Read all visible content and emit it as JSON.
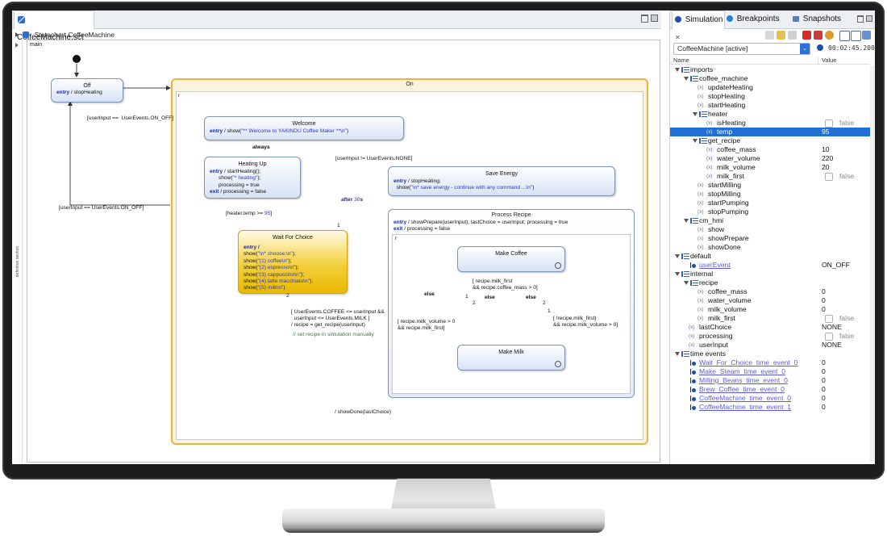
{
  "editor": {
    "tab_title": "CoffeeMachine.sct",
    "breadcrumb": "Statechart CoffeeMachine",
    "region_main": "main",
    "side_label": "definition section"
  },
  "diagram": {
    "off": {
      "name": "Off",
      "entry": "entry",
      "action": " / stopHeating"
    },
    "on": {
      "name": "On",
      "region": "r"
    },
    "welcome": {
      "name": "Welcome",
      "entry": "entry",
      "action": " / show(",
      "text": "\"** Welcome to YAKINDU Coffee Maker **\\n\"",
      "close": ")"
    },
    "heating": {
      "name": "Heating Up",
      "line1_kw": "entry",
      "line1": " / startHeating();",
      "line2": "show(",
      "line2_str": "\"* heating\"",
      "line2_end": ");",
      "line3": "processing = true",
      "line4_kw": "exit",
      "line4": " / processing = false"
    },
    "save": {
      "name": "Save Energy",
      "line1_kw": "entry",
      "line1": " / stopHeating;",
      "line2": "show(",
      "line2_str": "\"\\n* save energy - continue with any command ...\\n\"",
      "line2_end": ")"
    },
    "wait": {
      "name": "Wait For Choice",
      "entry": "entry /",
      "lines": [
        {
          "a": "show(",
          "s": "\"\\n* choose:\\n\"",
          "b": ");"
        },
        {
          "a": "show(",
          "s": "\"(1) coffee\\n\"",
          "b": ");"
        },
        {
          "a": "show(",
          "s": "\"(2) espresso\\n\"",
          "b": ");"
        },
        {
          "a": "show(",
          "s": "\"(3) cappuccino\\n\"",
          "b": ");"
        },
        {
          "a": "show(",
          "s": "\"(4) latte macchiato\\n\"",
          "b": ");"
        },
        {
          "a": "show(",
          "s": "\"(5) milk\\n\"",
          "b": ")"
        }
      ]
    },
    "process": {
      "name": "Process Recipe",
      "line1_kw": "entry",
      "line1": " / showPrepare(userInput); lastChoice = userInput; processing = true",
      "line2_kw": "exit",
      "line2": " / processing = false",
      "region": "r"
    },
    "make_coffee": {
      "name": "Make Coffee"
    },
    "make_milk": {
      "name": "Make Milk"
    },
    "transitions": {
      "t_off_on": "[userInput ==  UserEvents.ON_OFF]",
      "t_on_off": "[userInput == UserEvents.ON_OFF]",
      "always": "always",
      "t_none": "[userInput != UserEvents.NONE]",
      "after_kw": "after",
      "after_val": "30",
      "after_unit": "s",
      "temp": "[heater.temp >= ",
      "temp_val": "95",
      "temp_end": "]",
      "choice": "[ UserEvents.COFFEE <= userInput &&\n  userInput <= UserEvents.MILK ]\n/ recipe = get_recipe(userInput)",
      "choice_comment": "// set recipe in simulation manually",
      "else1": "else",
      "else2": "else",
      "else3": "else",
      "milk_first": "[ recipe.milk_first\n&& recipe.coffee_mass > 0]",
      "milk_vol": "[ recipe.milk_volume > 0\n&& recipe.milk_first]",
      "not_milk": "[ !recipe.milk_first)\n&& recipe.milk_volume > 0]",
      "done": "/ showDone(lastChoice)",
      "n1": "1",
      "n2": "2",
      "n3": "1",
      "n4": "2",
      "n5": "1",
      "n6": "2"
    }
  },
  "simulation": {
    "tabs": [
      "Simulation",
      "Breakpoints",
      "Snapshots"
    ],
    "session": "CoffeeMachine [active]",
    "clock": "00:02:45.200",
    "col_name": "Name",
    "col_value": "Value",
    "rows": [
      {
        "depth": 0,
        "kind": "scope",
        "name": "imports",
        "open": true
      },
      {
        "depth": 1,
        "kind": "scope",
        "name": "coffee_machine",
        "open": true
      },
      {
        "depth": 2,
        "kind": "op",
        "name": "updateHeating"
      },
      {
        "depth": 2,
        "kind": "op",
        "name": "stopHeating"
      },
      {
        "depth": 2,
        "kind": "op",
        "name": "startHeating"
      },
      {
        "depth": 2,
        "kind": "scope",
        "name": "heater",
        "open": true
      },
      {
        "depth": 3,
        "kind": "var",
        "name": "isHeating",
        "bool": "false"
      },
      {
        "depth": 3,
        "kind": "var",
        "name": "temp",
        "value": "95",
        "selected": true
      },
      {
        "depth": 2,
        "kind": "scope",
        "name": "get_recipe",
        "open": true
      },
      {
        "depth": 3,
        "kind": "var",
        "name": "coffee_mass",
        "value": "10"
      },
      {
        "depth": 3,
        "kind": "var",
        "name": "water_volume",
        "value": "220"
      },
      {
        "depth": 3,
        "kind": "var",
        "name": "milk_volume",
        "value": "20"
      },
      {
        "depth": 3,
        "kind": "var",
        "name": "milk_first",
        "bool": "false"
      },
      {
        "depth": 2,
        "kind": "op",
        "name": "startMilling"
      },
      {
        "depth": 2,
        "kind": "op",
        "name": "stopMilling"
      },
      {
        "depth": 2,
        "kind": "op",
        "name": "startPumping"
      },
      {
        "depth": 2,
        "kind": "op",
        "name": "stopPumping"
      },
      {
        "depth": 1,
        "kind": "scope",
        "name": "cm_hmi",
        "open": true
      },
      {
        "depth": 2,
        "kind": "op",
        "name": "show"
      },
      {
        "depth": 2,
        "kind": "op",
        "name": "showPrepare"
      },
      {
        "depth": 2,
        "kind": "op",
        "name": "showDone"
      },
      {
        "depth": 0,
        "kind": "scope",
        "name": "default",
        "open": true
      },
      {
        "depth": 1,
        "kind": "event",
        "name": "userEvent",
        "value": "ON_OFF",
        "link": true
      },
      {
        "depth": 0,
        "kind": "scope",
        "name": "internal",
        "open": true
      },
      {
        "depth": 1,
        "kind": "scope",
        "name": "recipe",
        "open": true
      },
      {
        "depth": 2,
        "kind": "var",
        "name": "coffee_mass",
        "value": "0"
      },
      {
        "depth": 2,
        "kind": "var",
        "name": "water_volume",
        "value": "0"
      },
      {
        "depth": 2,
        "kind": "var",
        "name": "milk_volume",
        "value": "0"
      },
      {
        "depth": 2,
        "kind": "var",
        "name": "milk_first",
        "bool": "false"
      },
      {
        "depth": 1,
        "kind": "var",
        "name": "lastChoice",
        "value": "NONE"
      },
      {
        "depth": 1,
        "kind": "var",
        "name": "processing",
        "bool": "false"
      },
      {
        "depth": 1,
        "kind": "var",
        "name": "userInput",
        "value": "NONE"
      },
      {
        "depth": 0,
        "kind": "scope",
        "name": "time events",
        "open": true
      },
      {
        "depth": 1,
        "kind": "time",
        "name": "Wait_For_Choice_time_event_0",
        "value": "0",
        "link": true
      },
      {
        "depth": 1,
        "kind": "time",
        "name": "Make_Steam_time_event_0",
        "value": "0",
        "link": true
      },
      {
        "depth": 1,
        "kind": "time",
        "name": "Milling_Beans_time_event_0",
        "value": "0",
        "link": true
      },
      {
        "depth": 1,
        "kind": "time",
        "name": "Brew_Coffee_time_event_0",
        "value": "0",
        "link": true
      },
      {
        "depth": 1,
        "kind": "time",
        "name": "CoffeeMachine_time_event_0",
        "value": "0",
        "link": true
      },
      {
        "depth": 1,
        "kind": "time",
        "name": "CoffeeMachine_time_event_1",
        "value": "0",
        "link": true
      }
    ]
  }
}
